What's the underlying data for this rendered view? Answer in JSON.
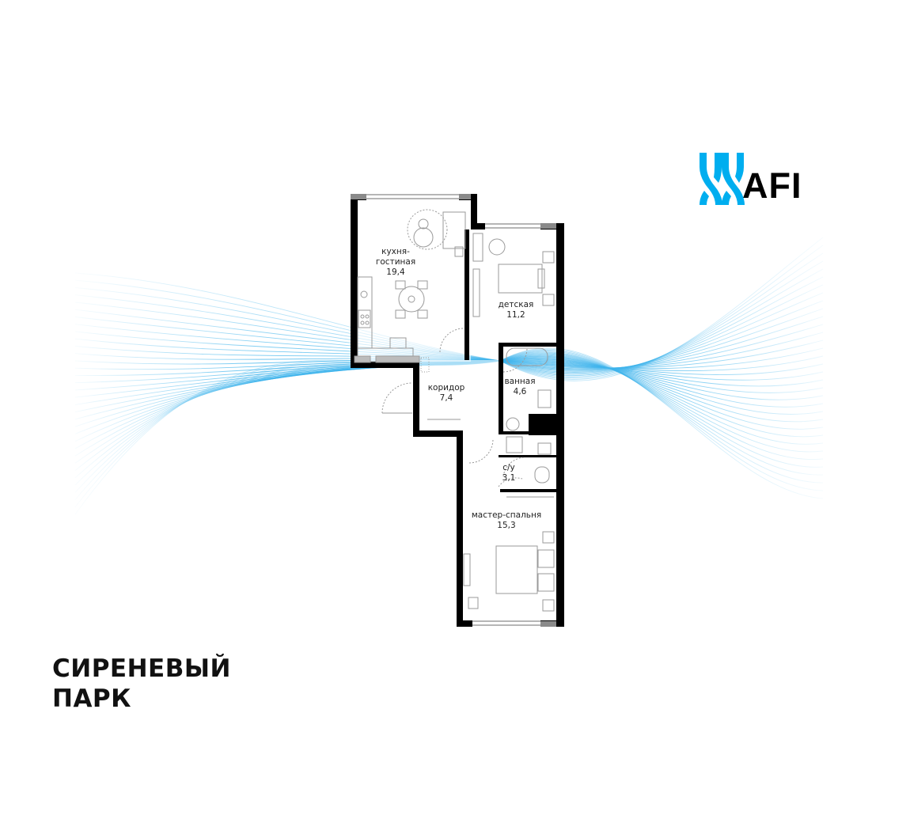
{
  "brand": {
    "logo_text": "AFI",
    "accent_color": "#00aeef"
  },
  "project": {
    "name_line1": "СИРЕНЕВЫЙ",
    "name_line2": "ПАРК"
  },
  "rooms": [
    {
      "name": "кухня-гостиная",
      "name_line1": "кухня-",
      "name_line2": "гостиная",
      "area": "19,4"
    },
    {
      "name": "детская",
      "area": "11,2"
    },
    {
      "name": "коридор",
      "area": "7,4"
    },
    {
      "name": "ванная",
      "area": "4,6"
    },
    {
      "name": "с/у",
      "area": "3,1"
    },
    {
      "name": "мастер-спальня",
      "area": "15,3"
    }
  ],
  "colors": {
    "wall": "#000000",
    "window": "#8a8a8a",
    "wave": "#3fb4ec",
    "furniture": "#9a9a9a"
  }
}
